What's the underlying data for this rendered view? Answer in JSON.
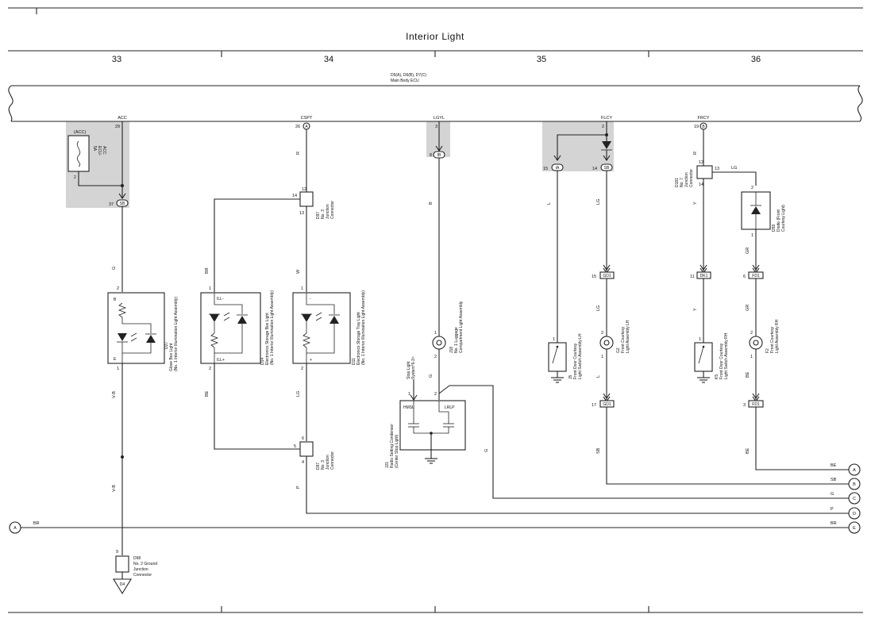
{
  "title": "Interior Light",
  "columns": [
    "33",
    "34",
    "35",
    "36"
  ],
  "ecu": {
    "connectors": "D5(A), D6(B), D7(C)",
    "name": "Main Body ECU"
  },
  "terminals": {
    "acc": "ACC",
    "cspt": "CSPT",
    "lgyl": "LGYL",
    "flcy": "FLCY",
    "frcy": "FRCY",
    "p29": "29",
    "p26": "26",
    "p3": "3",
    "p2": "2",
    "p19": "19",
    "ca": "A",
    "cb": "B"
  },
  "fuse": {
    "tag": "(ACC)",
    "name1": "5A",
    "name2": "ECU-",
    "name3": "ACC",
    "pin": "2"
  },
  "jc": {
    "p37": "37",
    "sb": "SB",
    "p12": "12",
    "p14": "14",
    "p13": "13",
    "d97": "D97",
    "no3": "No. 3",
    "junction": "Junction",
    "connector": "Connector",
    "p6": "6",
    "p5": "5",
    "p4": "4",
    "p8": "8",
    "ib": "IB",
    "p15": "15",
    "p14b": "14",
    "ia": "IA",
    "d181": "D181",
    "no7": "No. 7",
    "p12b": "12",
    "p13b": "13",
    "p14c": "14"
  },
  "wires": {
    "g": "G",
    "r": "R",
    "br": "BR",
    "w": "W",
    "be": "BE",
    "lg": "LG",
    "l": "L",
    "y": "Y",
    "gr": "GR",
    "sb": "SB",
    "p": "P",
    "vb": "V-B",
    "b": "B"
  },
  "d27": {
    "pin_top": "2",
    "pin_bot": "1",
    "b": "B",
    "e": "E",
    "id": "D27",
    "name": "Glove Box Light",
    "sub": "(No. 1 Interior Illumination Light Assembly)"
  },
  "d14": {
    "pin_top": "1",
    "pin_bot": "2",
    "ill_minus": "ILL-",
    "ill_plus": "ILL+",
    "id": "D14",
    "name": "Electronics Storage Box Light",
    "sub": "(No. 1 Interior Illumination Light Assembly)"
  },
  "d11": {
    "pin_top": "1",
    "pin_bot": "2",
    "minus": "-",
    "plus": "+",
    "id": "D11",
    "name": "Electronics Storage Tray Light",
    "sub": "(No. 1 Interior Illumination Light Assembly)"
  },
  "j18": {
    "pin_top": "1",
    "pin_bot": "2",
    "id": "J18",
    "name": "No. 1 Luggage",
    "sub": "Compartment Light Assembly"
  },
  "stop": {
    "label1": "Stop Light",
    "label2": "System*6-3>"
  },
  "j21": {
    "id": "J21",
    "name": "Radio Setting Condenser",
    "sub": "(Center Stop Light)",
    "hmsl": "HMSL",
    "lrlp": "LRLP",
    "p1": "1",
    "p2": "2"
  },
  "j5": {
    "pin": "1",
    "id": "J5",
    "name": "Front Door Courtesy",
    "sub": "Light Switch Assembly LH"
  },
  "g2": {
    "p2": "2",
    "p1": "1",
    "id": "G2",
    "name": "Front Courtesy",
    "sub": "Light Assembly LH"
  },
  "gd1": {
    "name": "GD1",
    "p15": "15",
    "p17": "17"
  },
  "dk1": {
    "name": "DK1",
    "p11": "11"
  },
  "k5": {
    "pin": "1",
    "id": "K5",
    "name": "Front Door Courtesy",
    "sub": "Light Switch Assembly RH"
  },
  "d59": {
    "p2": "2",
    "p1": "1",
    "id": "D59",
    "name": "Diode (Front",
    "sub": "Courtesy Light)"
  },
  "fd1": {
    "name": "FD1",
    "p6": "6",
    "p3": "3"
  },
  "f2": {
    "p2": "2",
    "p1": "1",
    "id": "F2",
    "name": "Front Courtesy",
    "sub": "Light Assembly RH"
  },
  "ground": {
    "pin": "9",
    "id": "D98",
    "name": "No. 2 Ground",
    "sub1": "Junction",
    "sub2": "Connector",
    "tag": "D4"
  },
  "offpage": [
    "A",
    "B",
    "C",
    "D",
    "E"
  ],
  "offpage_left": "A"
}
